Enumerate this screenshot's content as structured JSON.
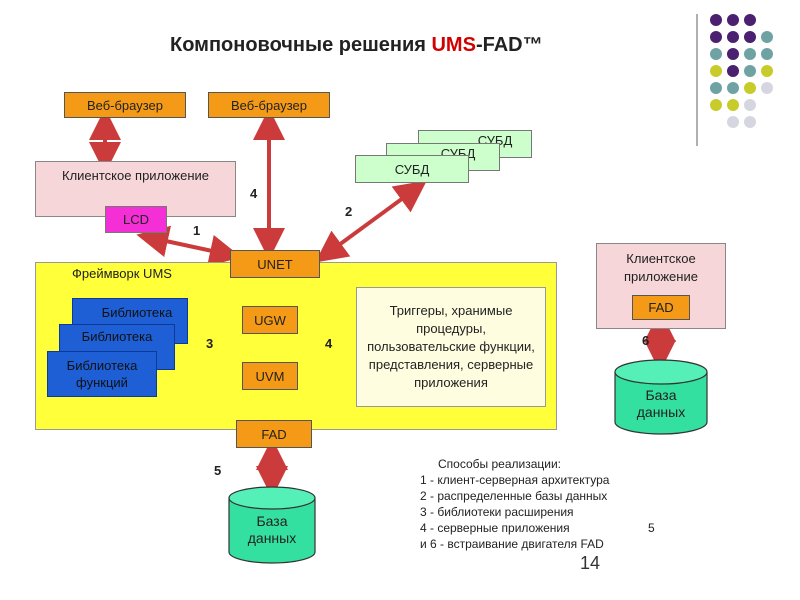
{
  "slide": {
    "title_part1": "Компоновочные решения ",
    "title_ums": "UMS",
    "title_part2": "-FAD™",
    "page_number": "14"
  },
  "boxes": {
    "web_browser_1": "Веб-браузер",
    "web_browser_2": "Веб-браузер",
    "dbms_back2": "СУБД",
    "dbms_back1": "СУБД",
    "dbms_front": "СУБД",
    "client_app_left": "Клиентское приложение",
    "lcd": "LCD",
    "unet": "UNET",
    "framework_label": "Фреймворк UMS",
    "library_1": "Библиотека",
    "library_2": "Библиотека",
    "library_3": "Библиотека функций",
    "ugw": "UGW",
    "uvm": "UVM",
    "fad_center": "FAD",
    "triggers_text": "Триггеры, хранимые процедуры, пользовательские функции, представления, серверные приложения",
    "client_app_right": "Клиентское приложение",
    "fad_right": "FAD",
    "db_bottom": "База данных",
    "db_right": "База данных"
  },
  "numbers": {
    "n1": "1",
    "n2": "2",
    "n3": "3",
    "n4_left": "4",
    "n4_top": "4",
    "n5": "5",
    "n6": "6"
  },
  "legend": {
    "header": "Способы реализации:",
    "items": [
      "1 - клиент-серверная архитектура",
      "2 - распределенные базы данных",
      "3 - библиотеки расширения",
      "4 - серверные приложения",
      "и 6 - встраивание двигателя FAD"
    ],
    "item4_suffix": "5"
  },
  "colors": {
    "arrow": "#cc3b3b",
    "dot_purple": "#4b2070",
    "dot_teal": "#6fa3a3",
    "dot_olive": "#c8cc2a",
    "dot_light": "#d6d6e0",
    "ums_red": "#d40000"
  }
}
